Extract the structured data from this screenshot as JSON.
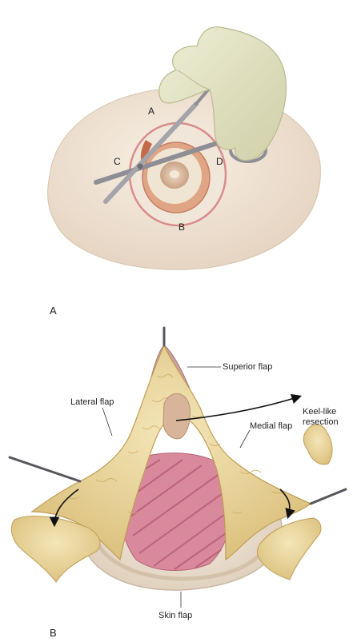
{
  "panels": [
    {
      "id": "A",
      "label": "A"
    },
    {
      "id": "B",
      "label": "B"
    }
  ],
  "panel_a_labels": {
    "a": "A",
    "b": "B",
    "c": "C",
    "d": "D"
  },
  "panel_b_labels": {
    "superior_flap": "Superior flap",
    "keel_resection_line1": "Keel-like",
    "keel_resection_line2": "resection",
    "lateral_flap": "Lateral flap",
    "medial_flap": "Medial flap",
    "skin_flap": "Skin flap"
  },
  "colors": {
    "skin": "#efe3d4",
    "areola": "#d9b79b",
    "incision_pink": "#d98c8c",
    "glove": "#e6e6c6",
    "fat": "#ecd9a0",
    "fat_shadow": "#c9aa62",
    "muscle": "#d9879a",
    "muscle_stripe": "#b85a72",
    "instrument": "#9a9aa0"
  }
}
